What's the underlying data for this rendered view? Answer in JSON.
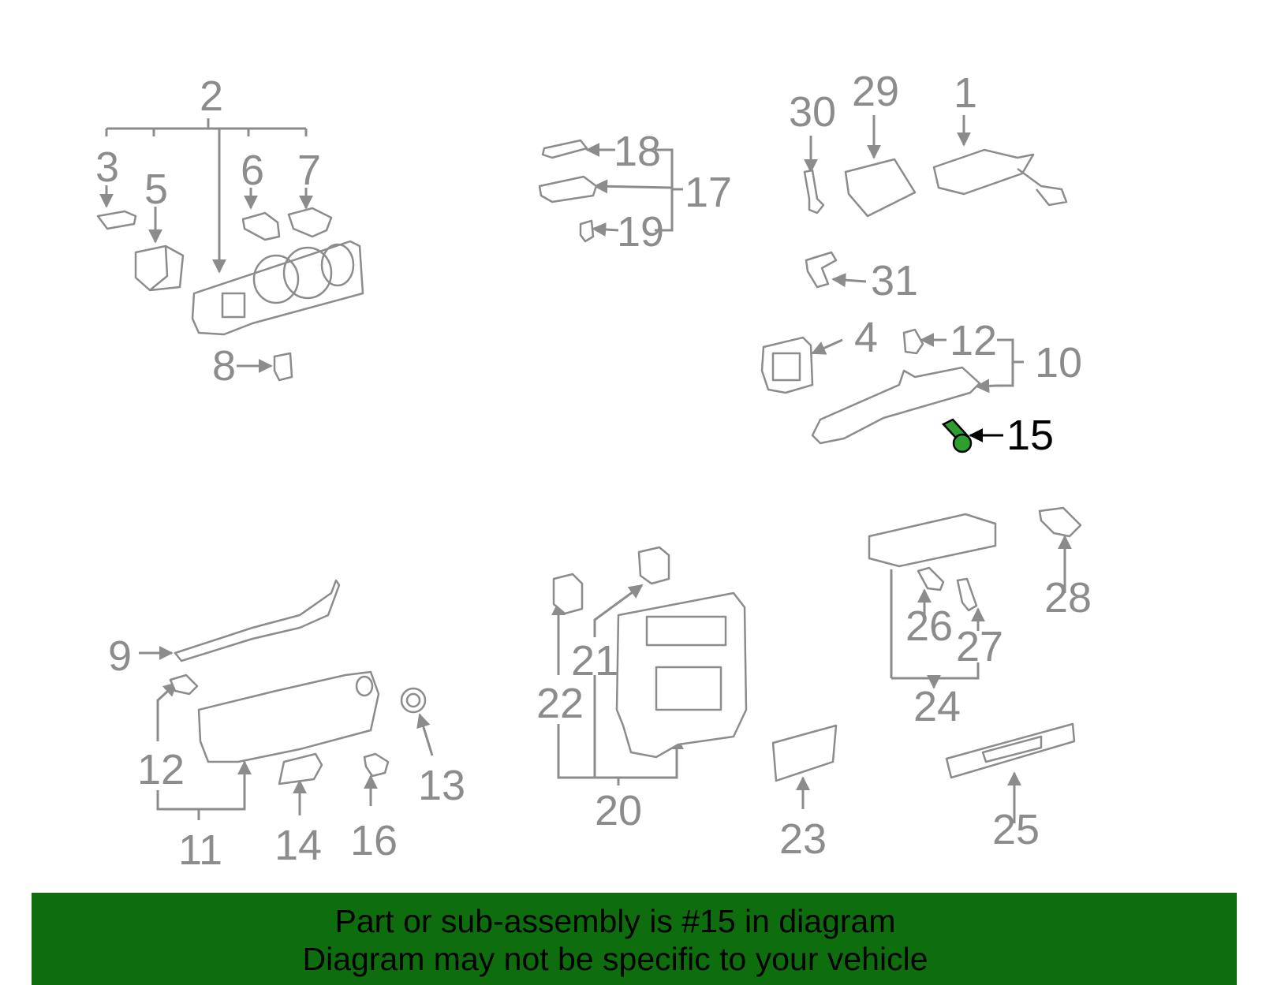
{
  "diagram": {
    "highlight_callout": "15",
    "highlight_color": "#2e9e2e",
    "line_color": "#8c8c8c",
    "callouts": {
      "c1": "1",
      "c2": "2",
      "c3": "3",
      "c4": "4",
      "c5": "5",
      "c6": "6",
      "c7": "7",
      "c8": "8",
      "c9": "9",
      "c10": "10",
      "c11": "11",
      "c12a": "12",
      "c12b": "12",
      "c13": "13",
      "c14": "14",
      "c15": "15",
      "c16": "16",
      "c17": "17",
      "c18": "18",
      "c19": "19",
      "c20": "20",
      "c21": "21",
      "c22": "22",
      "c23": "23",
      "c24": "24",
      "c25": "25",
      "c26": "26",
      "c27": "27",
      "c28": "28",
      "c29": "29",
      "c30": "30",
      "c31": "31"
    }
  },
  "banner": {
    "line1": "Part or sub-assembly is #15 in diagram",
    "line2": "Diagram may not be specific to your vehicle",
    "background": "#0e6e0e"
  }
}
